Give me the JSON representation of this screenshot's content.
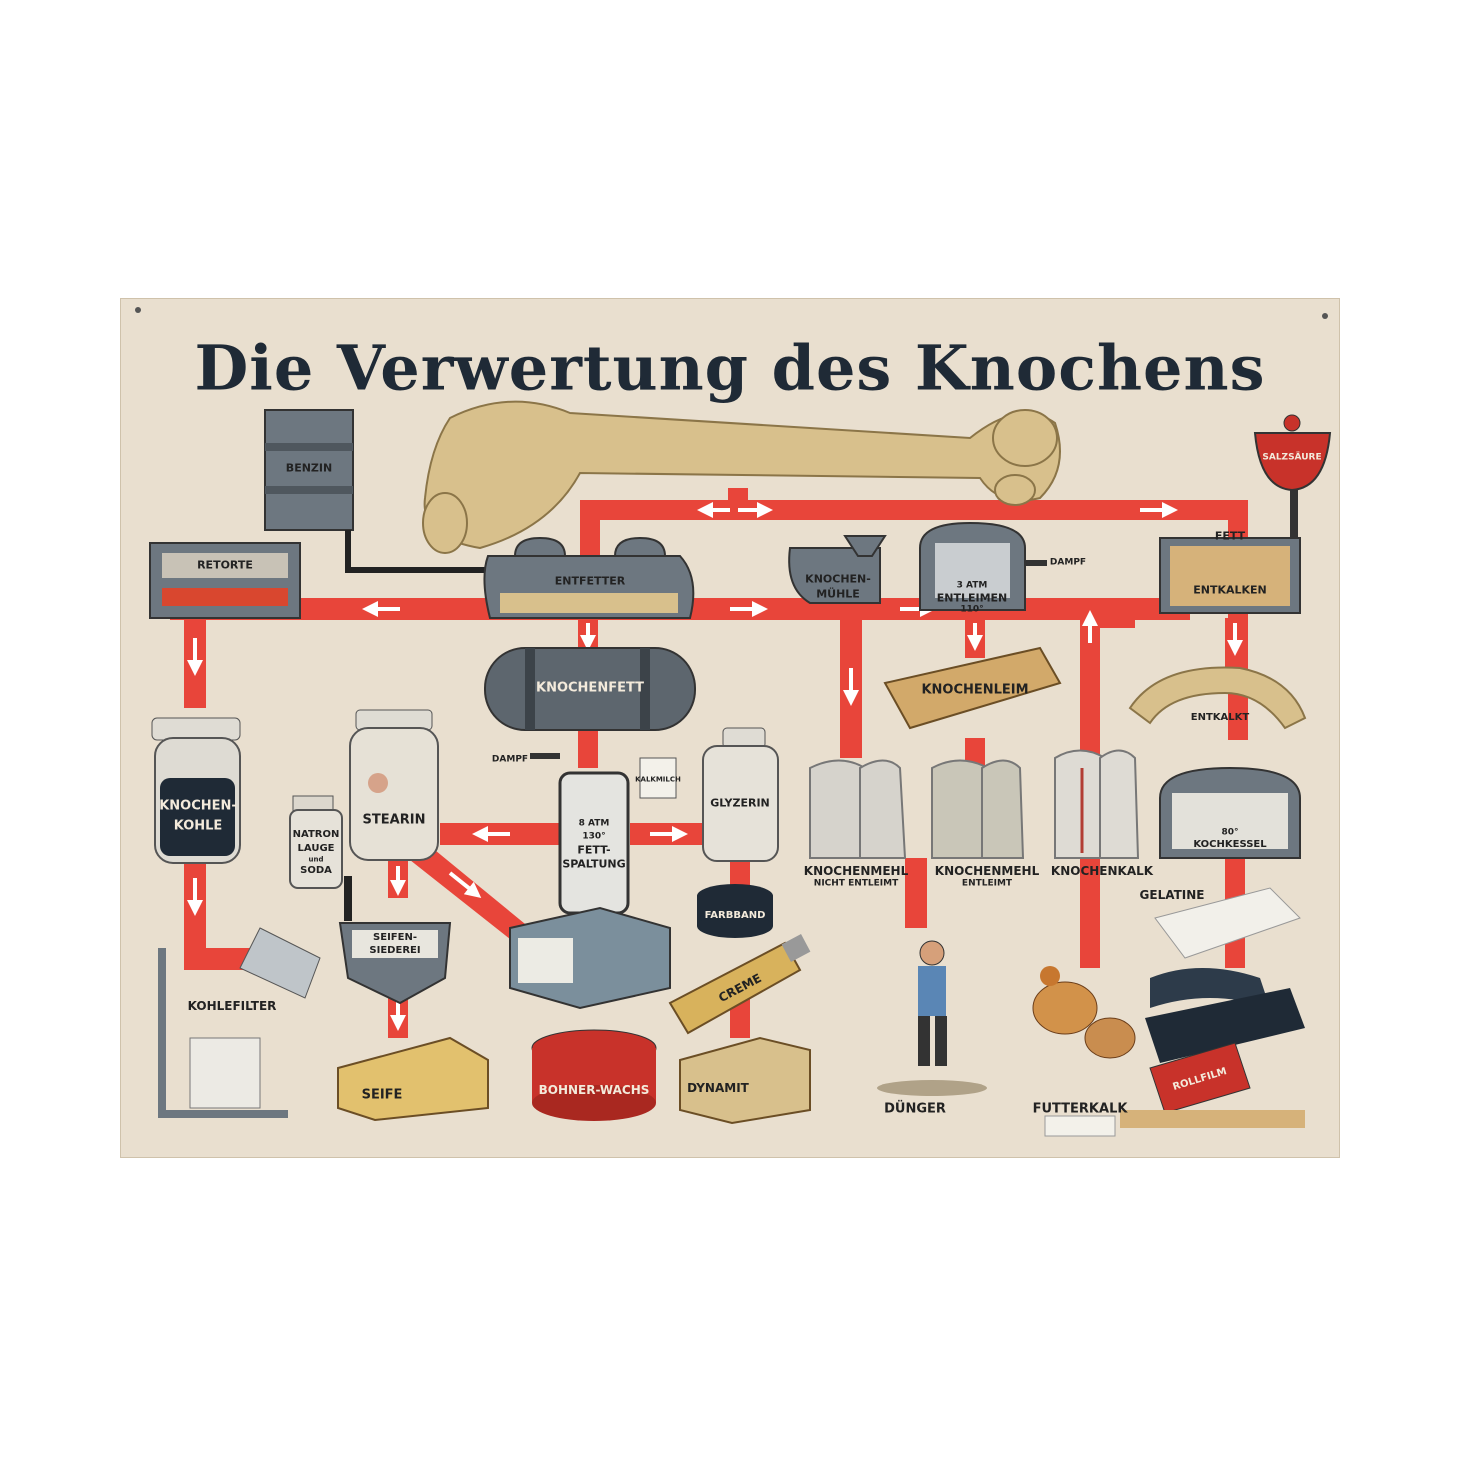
{
  "title": "Die Verwertung des Knochens",
  "colors": {
    "paper": "#e9dfcf",
    "pipe": "#e8453a",
    "tank": "#6d7780",
    "bone": "#d8c08c",
    "dark": "#1f2a36"
  },
  "labels": {
    "benzin": "BENZIN",
    "retorte": "RETORTE",
    "entfetter": "ENTFETTER",
    "knochenmuehle_1": "KNOCHEN-",
    "knochenmuehle_2": "MÜHLE",
    "dampf_top": "DAMPF",
    "entleimen_1": "3 ATM",
    "entleimen_2": "ENTLEIMEN",
    "entleimen_3": "110°",
    "salzsaeure": "SALZSÄURE",
    "fett": "FETT",
    "entkalken": "ENTKALKEN",
    "knochenfett": "KNOCHENFETT",
    "knochenleim": "KNOCHENLEIM",
    "entkalkt": "ENTKALKT",
    "dampf_mid": "DAMPF",
    "fettspaltung_1": "8 ATM",
    "fettspaltung_2": "130°",
    "fettspaltung_3": "FETT-",
    "fettspaltung_4": "SPALTUNG",
    "kalkmilch": "KALKMILCH",
    "knochenkohle_1": "KNOCHEN-",
    "knochenkohle_2": "KOHLE",
    "natronlauge_1": "NATRON",
    "natronlauge_2": "LAUGE",
    "natronlauge_3": "und",
    "natronlauge_4": "SODA",
    "stearin": "STEARIN",
    "glyzerin": "GLYZERIN",
    "kochkessel_1": "80°",
    "kochkessel_2": "KOCHKESSEL",
    "knochenmehl_1": "KNOCHENMEHL",
    "knochenmehl_1_sub": "NICHT ENTLEIMT",
    "knochenmehl_2": "KNOCHENMEHL",
    "knochenmehl_2_sub": "ENTLEIMT",
    "knochenkalk": "KNOCHENKALK",
    "gelatine": "GELATINE",
    "kohlefilter": "KOHLEFILTER",
    "seifensiederei_1": "SEIFEN-",
    "seifensiederei_2": "SIEDEREI",
    "farbband": "FARBBAND",
    "creme": "CREME",
    "seife": "SEIFE",
    "bohnerwachs": "BOHNER-WACHS",
    "dynamit": "DYNAMIT",
    "duenger": "DÜNGER",
    "futterkalk": "FUTTERKALK",
    "rollfilm": "ROLLFILM"
  }
}
